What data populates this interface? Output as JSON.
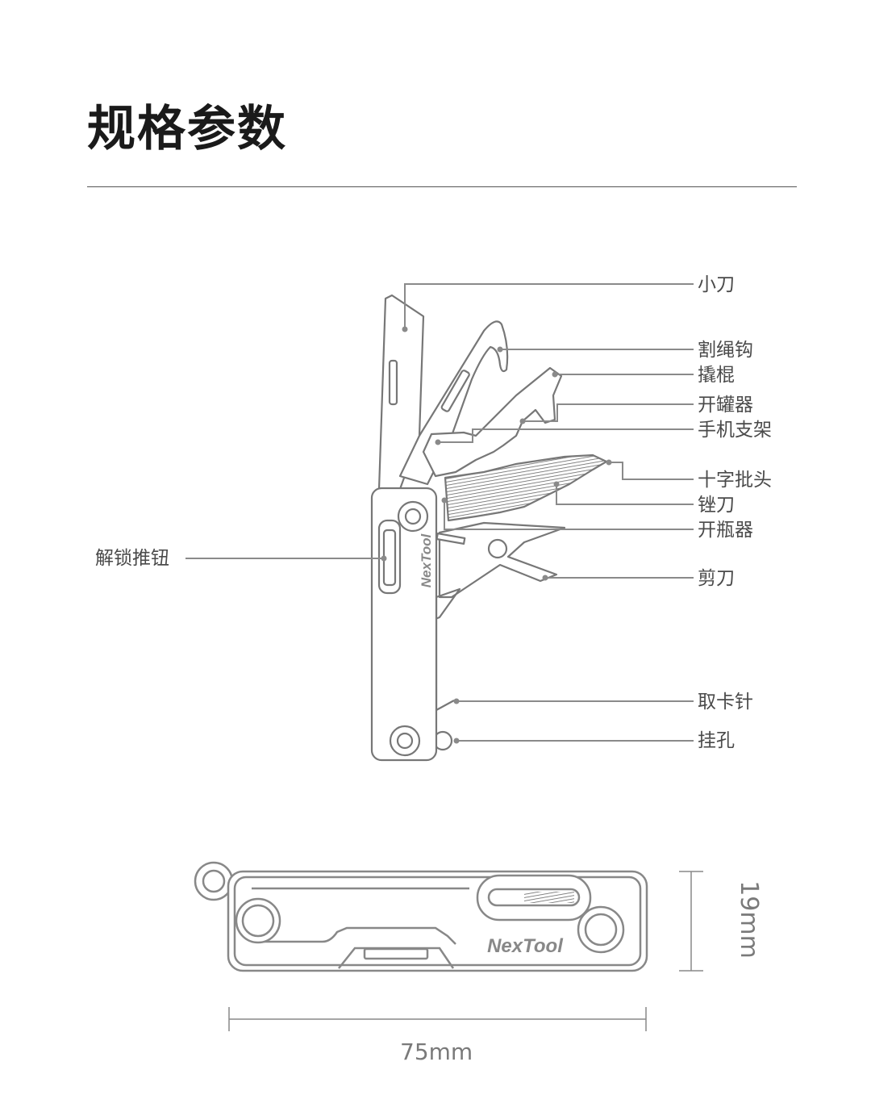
{
  "title": "规格参数",
  "callouts": {
    "knife": "小刀",
    "strap_cutter": "割绳钩",
    "pry_bar": "撬棍",
    "can_opener": "开罐器",
    "phone_stand": "手机支架",
    "phillips_bit": "十字批头",
    "file": "锉刀",
    "bottle_opener": "开瓶器",
    "scissors": "剪刀",
    "sim_pin": "取卡针",
    "lanyard_hole": "挂孔",
    "unlock_slider": "解锁推钮"
  },
  "brand": "NexTool",
  "dimensions": {
    "width": "75mm",
    "height": "19mm"
  },
  "colors": {
    "line": "#8a8a8a",
    "outline": "#777777",
    "text": "#4a4a4a"
  }
}
